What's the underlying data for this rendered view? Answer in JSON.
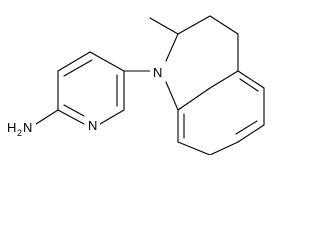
{
  "molecule": {
    "atoms": {
      "amine": {
        "element": "N",
        "hydrogens": "H",
        "count": "2"
      },
      "pyridine_n": {
        "element": "N"
      },
      "quinoline_n": {
        "element": "N"
      }
    }
  }
}
